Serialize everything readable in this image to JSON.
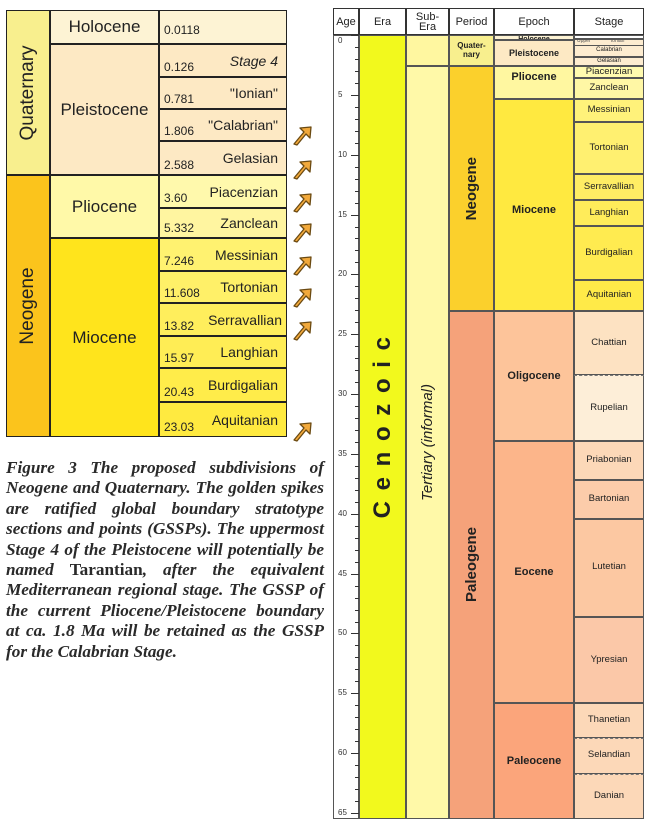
{
  "figure": {
    "left_chart": {
      "periods": [
        {
          "name": "Quaternary",
          "color": "#f8ef8e"
        },
        {
          "name": "Neogene",
          "color": "#fbc41c"
        }
      ],
      "epochs": [
        {
          "name": "Holocene",
          "color": "#fdf3d4"
        },
        {
          "name": "Pleistocene",
          "color": "#fde9c4"
        },
        {
          "name": "Pliocene",
          "color": "#fff9a8"
        },
        {
          "name": "Miocene",
          "color": "#ffe41c"
        }
      ],
      "stages": [
        {
          "age": "0.0118",
          "name": "",
          "italic": false,
          "color": "#fdf3d4",
          "spike": false
        },
        {
          "age": "0.126",
          "name": "Stage 4",
          "italic": true,
          "color": "#fde9c4",
          "spike": false
        },
        {
          "age": "0.781",
          "name": "\"Ionian\"",
          "italic": false,
          "color": "#fde9c4",
          "spike": false
        },
        {
          "age": "1.806",
          "name": "\"Calabrian\"",
          "italic": false,
          "color": "#fde9c4",
          "spike": true
        },
        {
          "age": "2.588",
          "name": "Gelasian",
          "italic": false,
          "color": "#fde9c4",
          "spike": true
        },
        {
          "age": "3.60",
          "name": "Piacenzian",
          "italic": false,
          "color": "#fff9ac",
          "spike": true
        },
        {
          "age": "5.332",
          "name": "Zanclean",
          "italic": false,
          "color": "#fff5a0",
          "spike": true
        },
        {
          "age": "7.246",
          "name": "Messinian",
          "italic": false,
          "color": "#fff270",
          "spike": true
        },
        {
          "age": "11.608",
          "name": "Tortonian",
          "italic": false,
          "color": "#fff068",
          "spike": true
        },
        {
          "age": "13.82",
          "name": "Serravallian",
          "italic": false,
          "color": "#ffee5c",
          "spike": true
        },
        {
          "age": "15.97",
          "name": "Langhian",
          "italic": false,
          "color": "#ffed55",
          "spike": false
        },
        {
          "age": "20.43",
          "name": "Burdigalian",
          "italic": false,
          "color": "#ffec4a",
          "spike": false
        },
        {
          "age": "23.03",
          "name": "Aquitanian",
          "italic": false,
          "color": "#ffea40",
          "spike": true
        }
      ],
      "spike_color": "#f2a93b"
    },
    "caption": {
      "part1": "Figure 3 The proposed subdivisions of Neogene and Quaternary. The golden spikes are ratified global boundary stratotype sections and points (GSSPs). The uppermost Stage 4 of the Pleistocene will potentially be named ",
      "roman": "Tarantian",
      "part2": ", after the equivalent Mediterranean regional stage. The GSSP of the current Pliocene/Pleistocene boundary at ca. 1.8 Ma will be retained as the GSSP for the Calabrian Stage."
    },
    "right_chart": {
      "headers": {
        "age": "Age",
        "era": "Era",
        "subera": "Sub-\nEra",
        "period": "Period",
        "epoch": "Epoch",
        "stage": "Stage"
      },
      "age_labels": [
        "0",
        "5",
        "10",
        "15",
        "20",
        "25",
        "30",
        "35",
        "40",
        "45",
        "50",
        "55",
        "60",
        "65"
      ],
      "era": {
        "name": "C e n o z o i c",
        "color": "#f2f91d"
      },
      "subera": {
        "name": "Tertiary (informal)",
        "color": "#fff9a8"
      },
      "periods": [
        {
          "name": "Quater-\nnary",
          "start": 0,
          "end": 2.588,
          "color": "#f8ef8e"
        },
        {
          "name": "Neogene",
          "start": 2.588,
          "end": 23.03,
          "color": "#fbd02c"
        },
        {
          "name": "Paleogene",
          "start": 23.03,
          "end": 65.5,
          "color": "#f5a27a"
        }
      ],
      "epochs": [
        {
          "name": "Holocene",
          "start": 0,
          "end": 0.0118,
          "color": "#fdf3d4"
        },
        {
          "name": "Pleistocene",
          "start": 0.0118,
          "end": 2.588,
          "color": "#fde9c4"
        },
        {
          "name": "Pliocene",
          "start": 2.588,
          "end": 5.332,
          "color": "#fff7a0"
        },
        {
          "name": "Miocene",
          "start": 5.332,
          "end": 23.03,
          "color": "#ffe940"
        },
        {
          "name": "Oligocene",
          "start": 23.03,
          "end": 33.9,
          "color": "#fdc49a"
        },
        {
          "name": "Eocene",
          "start": 33.9,
          "end": 55.8,
          "color": "#fcb58a"
        },
        {
          "name": "Paleocene",
          "start": 55.8,
          "end": 65.5,
          "color": "#fba57b"
        }
      ],
      "stages": [
        {
          "name": "Calabrian",
          "start": 0.78,
          "end": 1.806,
          "color": "#fdecd0",
          "dashed_top": false
        },
        {
          "name": "Gelasian",
          "start": 1.806,
          "end": 2.588,
          "color": "#fdecd0",
          "dashed_top": false
        },
        {
          "name": "Piacenzian",
          "start": 2.588,
          "end": 3.6,
          "color": "#fffaaf",
          "dashed_top": false
        },
        {
          "name": "Zanclean",
          "start": 3.6,
          "end": 5.332,
          "color": "#fff7a5",
          "dashed_top": false
        },
        {
          "name": "Messinian",
          "start": 5.332,
          "end": 7.246,
          "color": "#fff27a",
          "dashed_top": false
        },
        {
          "name": "Tortonian",
          "start": 7.246,
          "end": 11.608,
          "color": "#fff070",
          "dashed_top": false
        },
        {
          "name": "Serravallian",
          "start": 11.608,
          "end": 13.82,
          "color": "#ffed64",
          "dashed_top": false
        },
        {
          "name": "Langhian",
          "start": 13.82,
          "end": 15.97,
          "color": "#ffec5a",
          "dashed_top": false
        },
        {
          "name": "Burdigalian",
          "start": 15.97,
          "end": 20.43,
          "color": "#ffeb50",
          "dashed_top": false
        },
        {
          "name": "Aquitanian",
          "start": 20.43,
          "end": 23.03,
          "color": "#ffea48",
          "dashed_top": false
        },
        {
          "name": "Chattian",
          "start": 23.03,
          "end": 28.4,
          "color": "#fde2c2",
          "dashed_top": false
        },
        {
          "name": "Rupelian",
          "start": 28.4,
          "end": 33.9,
          "color": "#fdeed8",
          "dashed_top": true
        },
        {
          "name": "Priabonian",
          "start": 33.9,
          "end": 37.2,
          "color": "#fcd8b8",
          "dashed_top": false
        },
        {
          "name": "Bartonian",
          "start": 37.2,
          "end": 40.4,
          "color": "#fcccaa",
          "dashed_top": false
        },
        {
          "name": "Lutetian",
          "start": 40.4,
          "end": 48.6,
          "color": "#fcc8a2",
          "dashed_top": false
        },
        {
          "name": "Ypresian",
          "start": 48.6,
          "end": 55.8,
          "color": "#fbc8a8",
          "dashed_top": false
        },
        {
          "name": "Thanetian",
          "start": 55.8,
          "end": 58.7,
          "color": "#fcd8b8",
          "dashed_top": false
        },
        {
          "name": "Selandian",
          "start": 58.7,
          "end": 61.7,
          "color": "#fcd8b8",
          "dashed_top": true
        },
        {
          "name": "Danian",
          "start": 61.7,
          "end": 65.5,
          "color": "#fcd8b8",
          "dashed_top": true
        }
      ],
      "top_labels": {
        "holocene_stage": "Holocene",
        "ionian_upper": "Upper",
        "ionian": "\"Ionian\""
      }
    }
  }
}
